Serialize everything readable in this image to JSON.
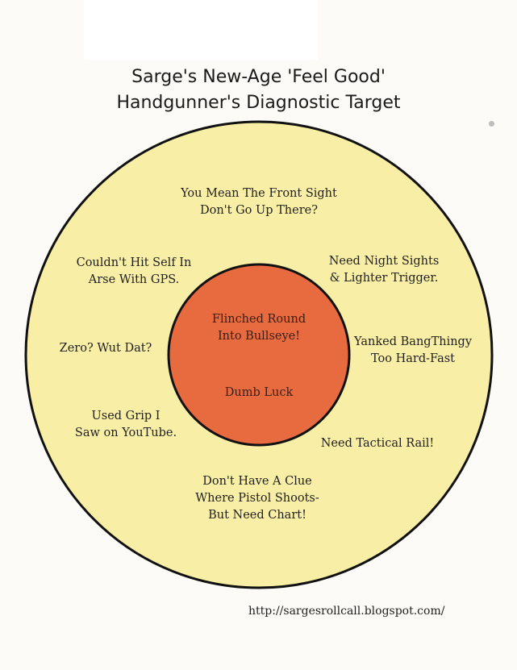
{
  "title": {
    "line1": "Sarge's New-Age 'Feel Good'",
    "line2": "Handgunner's Diagnostic Target"
  },
  "colors": {
    "outer_ring": "#f9eea5",
    "outer_ring_border": "#111111",
    "bullseye": "#e86a3f",
    "bullseye_border": "#111111"
  },
  "labels": {
    "top": [
      "You Mean The Front Sight",
      "Don't Go Up There?"
    ],
    "upper_left": [
      "Couldn't Hit Self In",
      "Arse With GPS."
    ],
    "upper_right": [
      "Need Night Sights",
      "& Lighter Trigger."
    ],
    "left": [
      "Zero? Wut Dat?"
    ],
    "right": [
      "Yanked BangThingy",
      "Too Hard-Fast"
    ],
    "lower_left": [
      "Used Grip I",
      "Saw on YouTube."
    ],
    "lower_right": [
      "Need Tactical Rail!"
    ],
    "bottom": [
      "Don't Have A Clue",
      "Where Pistol Shoots-",
      "But Need Chart!"
    ],
    "bullseye_top": [
      "Flinched Round",
      "Into Bullseye!"
    ],
    "bullseye_bottom": [
      "Dumb Luck"
    ]
  },
  "footer": {
    "url": "http://sargesrollcall.blogspot.com/"
  }
}
